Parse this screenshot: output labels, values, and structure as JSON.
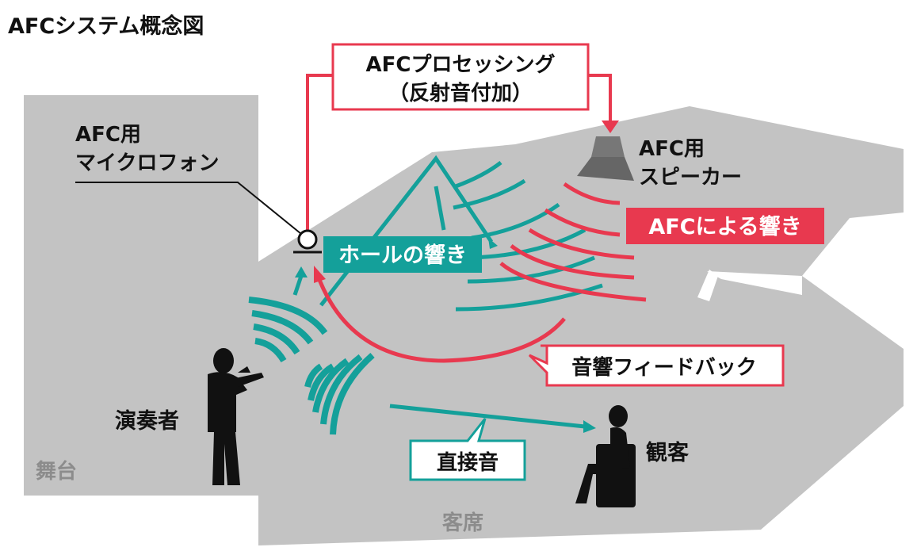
{
  "title": "AFCシステム概念図",
  "labels": {
    "processing_line1": "AFCプロセッシング",
    "processing_line2": "（反射音付加）",
    "mic_line1": "AFC用",
    "mic_line2": "マイクロフォン",
    "speaker_line1": "AFC用",
    "speaker_line2": "スピーカー",
    "afc_reverb": "AFCによる響き",
    "hall_reverb": "ホールの響き",
    "feedback": "音響フィードバック",
    "direct_sound": "直接音",
    "performer": "演奏者",
    "audience": "観客",
    "stage": "舞台",
    "seats": "客席"
  },
  "colors": {
    "red": "#e8394f",
    "teal": "#14a09a",
    "gray": "#c3c3c3",
    "dark_gray": "#8c8c8c",
    "black": "#111111"
  }
}
